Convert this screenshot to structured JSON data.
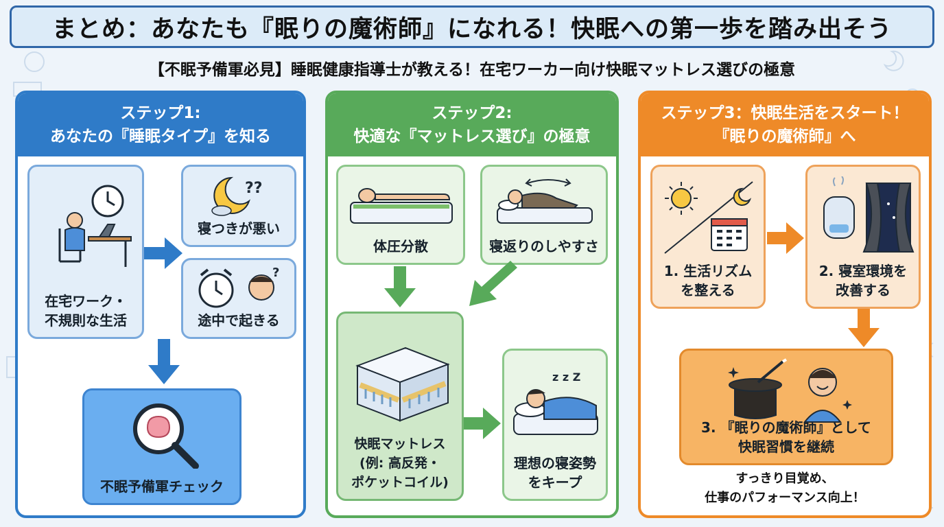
{
  "title": "まとめ：あなたも『眠りの魔術師』になれる！快眠への第一歩を踏み出そう",
  "subtitle": "【不眠予備軍必見】睡眠健康指導士が教える！在宅ワーカー向け快眠マットレス選びの極意",
  "colors": {
    "step1": "#2f7bc8",
    "step2": "#58aa5a",
    "step3": "#ee8a28"
  },
  "step1": {
    "heading_line1": "ステップ1:",
    "heading_line2": "あなたの『睡眠タイプ』を知る",
    "lifestyle_line1": "在宅ワーク・",
    "lifestyle_line2": "不規則な生活",
    "symptom1": "寝つきが悪い",
    "symptom2": "途中で起きる",
    "check": "不眠予備軍チェック"
  },
  "step2": {
    "heading_line1": "ステップ2:",
    "heading_line2": "快適な『マットレス選び』の極意",
    "point1": "体圧分散",
    "point2": "寝返りのしやすさ",
    "mattress_line1": "快眠マットレス",
    "mattress_line2": "(例: 高反発・",
    "mattress_line3": "ポケットコイル)",
    "posture_line1": "理想の寝姿勢",
    "posture_line2": "をキープ",
    "zzz": "z z Z"
  },
  "step3": {
    "heading_line1": "ステップ3：快眠生活をスタート！",
    "heading_line2": "『眠りの魔術師』へ",
    "rhythm_line1": "1. 生活リズム",
    "rhythm_line2": "を整える",
    "env_line1": "2. 寝室環境を",
    "env_line2": "改善する",
    "habit_line1": "3. 『眠りの魔術師』として",
    "habit_line2": "快眠習慣を継続",
    "result_line1": "すっきり目覚め、",
    "result_line2": "仕事のパフォーマンス向上！"
  }
}
